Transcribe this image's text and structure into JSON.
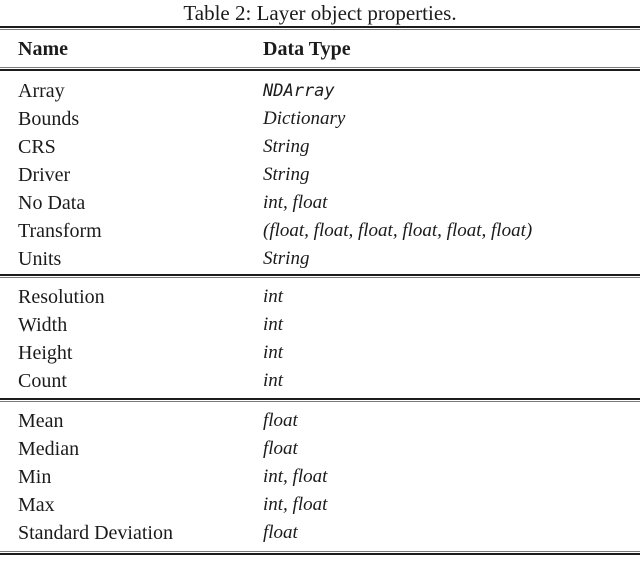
{
  "caption": "Table 2: Layer object properties.",
  "table": {
    "columns": {
      "name": "Name",
      "data_type": "Data Type"
    },
    "sections": [
      {
        "rows": [
          {
            "name": "Array",
            "type": "NDArray",
            "mono": true
          },
          {
            "name": "Bounds",
            "type": "Dictionary",
            "mono": false
          },
          {
            "name": "CRS",
            "type": "String",
            "mono": false
          },
          {
            "name": "Driver",
            "type": "String",
            "mono": false
          },
          {
            "name": "No Data",
            "type": "int, float",
            "mono": false
          },
          {
            "name": "Transform",
            "type": "(float, float, float, float, float, float)",
            "mono": false
          },
          {
            "name": "Units",
            "type": "String",
            "mono": false
          }
        ]
      },
      {
        "rows": [
          {
            "name": "Resolution",
            "type": "int",
            "mono": false
          },
          {
            "name": "Width",
            "type": "int",
            "mono": false
          },
          {
            "name": "Height",
            "type": "int",
            "mono": false
          },
          {
            "name": "Count",
            "type": "int",
            "mono": false
          }
        ]
      },
      {
        "rows": [
          {
            "name": "Mean",
            "type": "float",
            "mono": false
          },
          {
            "name": "Median",
            "type": "float",
            "mono": false
          },
          {
            "name": "Min",
            "type": "int, float",
            "mono": false
          },
          {
            "name": "Max",
            "type": "int, float",
            "mono": false
          },
          {
            "name": "Standard Deviation",
            "type": "float",
            "mono": false
          }
        ]
      }
    ]
  }
}
